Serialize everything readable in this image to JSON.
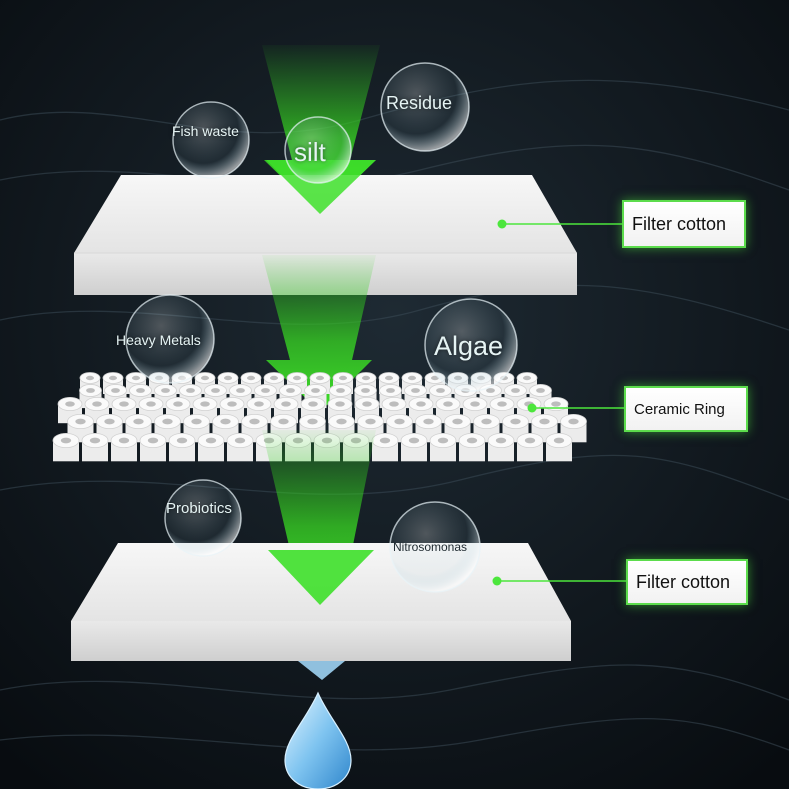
{
  "colors": {
    "background": "#0d1318",
    "arrow_green": "#33d61f",
    "leader_green": "#4ce63c",
    "media_white": "#f4f4f4"
  },
  "layers": [
    {
      "label": "Filter cotton",
      "kind": "filter-pad"
    },
    {
      "label": "Ceramic Ring",
      "kind": "ceramic-rings"
    },
    {
      "label": "Filter cotton",
      "kind": "filter-pad"
    }
  ],
  "bubbles": [
    {
      "label": "Fish waste"
    },
    {
      "label": "silt"
    },
    {
      "label": "Residue"
    },
    {
      "label": "Heavy Metals"
    },
    {
      "label": "Algae"
    },
    {
      "label": "Probiotics"
    },
    {
      "label": "Nitrosomonas"
    }
  ],
  "icons": [
    "down-arrow-icon",
    "water-drop-icon"
  ]
}
